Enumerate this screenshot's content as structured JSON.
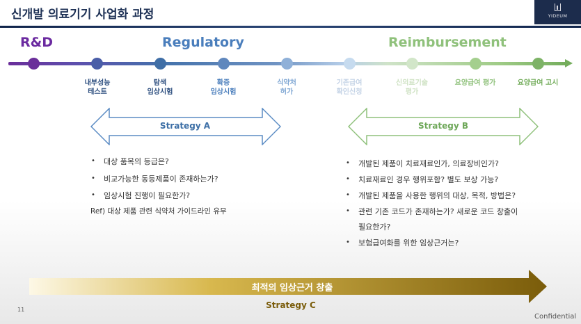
{
  "header": {
    "title": "신개발 의료기기 사업화 과정",
    "logo_text": "YIDEUM"
  },
  "phases": {
    "rd": "R&D",
    "regulatory": "Regulatory",
    "reimbursement": "Reimbursement"
  },
  "colors": {
    "title": "#1f3256",
    "rd": "#6b2aa0",
    "regulatory": "#4a7ebc",
    "reimbursement": "#8fc17b",
    "strategy_c": "#7a5c0a"
  },
  "milestones": [
    {
      "line1": "",
      "line2": ""
    },
    {
      "line1": "내부성능",
      "line2": "테스트"
    },
    {
      "line1": "탐색",
      "line2": "임상시험"
    },
    {
      "line1": "확증",
      "line2": "임상시험"
    },
    {
      "line1": "식약처",
      "line2": "허가"
    },
    {
      "line1": "기존급여",
      "line2": "확인신청"
    },
    {
      "line1": "신의료기술",
      "line2": "평가"
    },
    {
      "line1": "요양급여 평가",
      "line2": ""
    },
    {
      "line1": "요양급여 고시",
      "line2": ""
    }
  ],
  "strategy_a": {
    "label": "Strategy A",
    "items": [
      "대상 품목의 등급은?",
      "비교가능한 동등제품이 존재하는가?",
      "임상시험 진행이 필요한가?"
    ],
    "ref": "Ref) 대상 제품 관련 식약처 가이드라인 유무"
  },
  "strategy_b": {
    "label": "Strategy B",
    "items": [
      "개발된 제품이 치료재료인가, 의료장비인가?",
      "치료재료인 경우 행위포함? 별도 보상 가능?",
      "개발된 제품을 사용한 행위의 대상, 목적, 방법은?",
      "관련 기존 코드가 존재하는가? 새로운 코드 창출이",
      "필요한가?",
      "보험급여화를 위한 임상근거는?"
    ]
  },
  "strategy_c": {
    "caption": "최적의 임상근거 창출",
    "label": "Strategy C"
  },
  "footer": {
    "page_number": "11",
    "confidential": "Confidential"
  }
}
